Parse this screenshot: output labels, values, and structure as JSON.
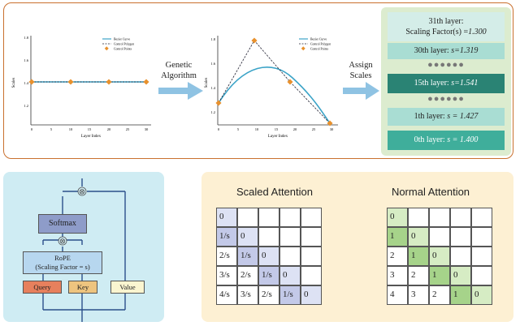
{
  "top": {
    "plot1": {
      "xlabel": "Layer Index",
      "ylabel": "Scales",
      "xticks": [
        "0",
        "5",
        "10",
        "15",
        "20",
        "25",
        "30"
      ],
      "yticks": [
        "1.2",
        "1.4",
        "1.6",
        "1.8"
      ],
      "legend": [
        "Bezier Curve",
        "Control Polygon",
        "Control Points"
      ]
    },
    "plot2": {
      "xlabel": "Layer Index",
      "ylabel": "Scales",
      "xticks": [
        "0",
        "5",
        "10",
        "15",
        "20",
        "25",
        "30"
      ],
      "yticks": [
        "1.2",
        "1.4",
        "1.6",
        "1.8"
      ],
      "legend": [
        "Bezier Curve",
        "Control Polygon",
        "Control Points"
      ]
    },
    "genetic_label_1": "Genetic",
    "genetic_label_2": "Algorithm",
    "assign_label_1": "Assign",
    "assign_label_2": "Scales",
    "layers": [
      {
        "line1": "31th layer:",
        "line2_prefix": "Scaling Factor(s) =",
        "value": "1.300"
      },
      {
        "prefix": "30th layer: ",
        "value": "s=1.319"
      },
      {
        "prefix": "15th layer: ",
        "value": "s=1.541"
      },
      {
        "prefix": "1th layer: ",
        "value": "s = 1.427"
      },
      {
        "prefix": "0th layer: ",
        "value": "s = 1.400"
      }
    ],
    "dots": "●●●●●●"
  },
  "block": {
    "softmax": "Softmax",
    "rope_1": "RoPE",
    "rope_2": "(Scaling Factor = s)",
    "query": "Query",
    "key": "Key",
    "value": "Value",
    "op": "⊗"
  },
  "attention": {
    "scaled_title": "Scaled Attention",
    "normal_title": "Normal Attention",
    "scaled_rows": [
      [
        "0"
      ],
      [
        "1/s",
        "0"
      ],
      [
        "2/s",
        "1/s",
        "0"
      ],
      [
        "3/s",
        "2/s",
        "1/s",
        "0"
      ],
      [
        "4/s",
        "3/s",
        "2/s",
        "1/s",
        "0"
      ]
    ],
    "normal_rows": [
      [
        "0"
      ],
      [
        "1",
        "0"
      ],
      [
        "2",
        "1",
        "0"
      ],
      [
        "3",
        "2",
        "1",
        "0"
      ],
      [
        "4",
        "3",
        "2",
        "1",
        "0"
      ]
    ]
  },
  "colors": {
    "border": "#c9702e",
    "arrow": "#8fc3e3",
    "teal": "#3fae9b",
    "teal_dark": "#2a8374",
    "teal_light": "#a9ddd3",
    "curve": "#3ba3c7",
    "points": "#e8912d",
    "green_diag": "#d6ecc4",
    "green_sub": "#a6d38a",
    "blue_diag": "#dde2f4",
    "blue_sub": "#c3c9e8"
  }
}
